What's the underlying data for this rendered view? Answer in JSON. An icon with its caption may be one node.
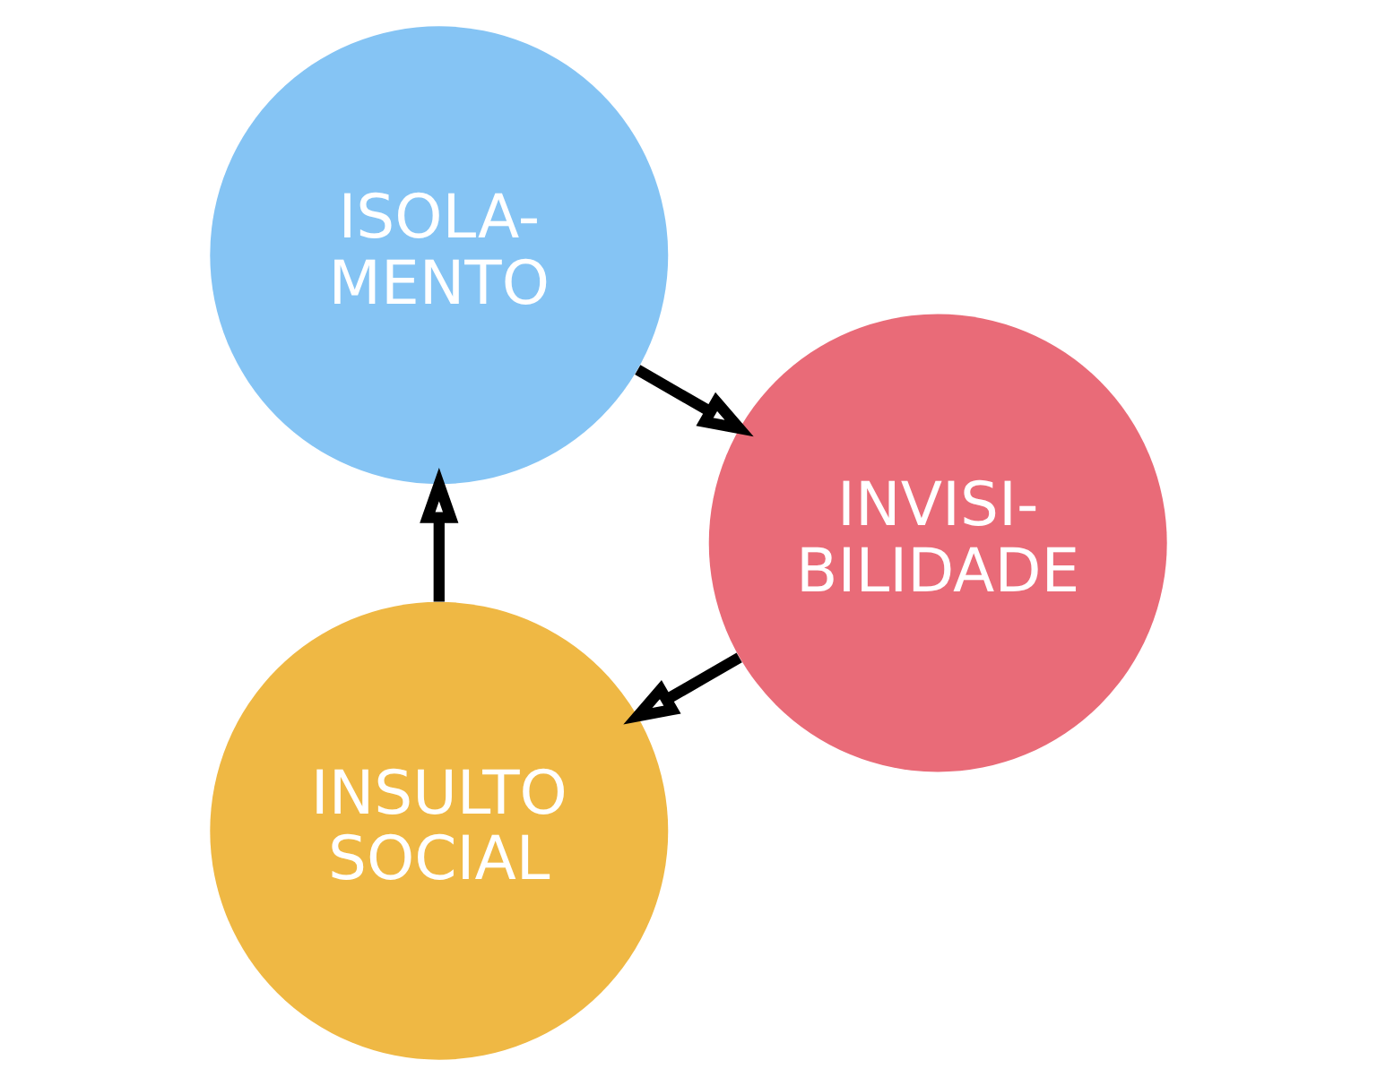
{
  "diagram": {
    "nodes": [
      {
        "text": [
          "INSULTO SOCIAL"
        ]
      },
      {
        "text": [
          "ISOLA- MENTO"
        ]
      },
      {
        "text": [
          "INVISI- BILIDADE"
        ]
      }
    ],
    "edges": [
      {
        "from": 0,
        "to": 1,
        "arrow": "to"
      },
      {
        "from": 1,
        "to": 2,
        "arrow": "to"
      },
      {
        "from": 2,
        "to": 0,
        "arrow": "to"
      }
    ]
  }
}
